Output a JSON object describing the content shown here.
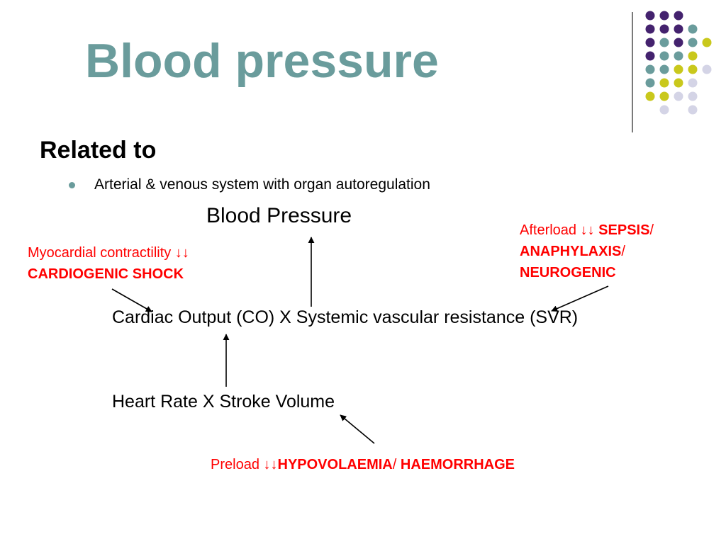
{
  "slide": {
    "title": "Blood pressure",
    "subheading": "Related to",
    "bullet_text": "Arterial & venous system with organ autoregulation"
  },
  "diagram": {
    "top_node": "Blood Pressure",
    "middle_node": "Cardiac Output (CO) X Systemic vascular resistance (SVR)",
    "bottom_node": "Heart Rate X Stroke Volume",
    "myocardial": {
      "label": "Myocardial contractility ",
      "arrows": "↓↓",
      "condition": "CARDIOGENIC SHOCK"
    },
    "afterload": {
      "label": "Afterload ",
      "arrows": "↓↓",
      "condition_1": "SEPSIS",
      "sep_1": "/",
      "condition_2": "ANAPHYLAXIS",
      "sep_2": "/",
      "condition_3": "NEUROGENIC"
    },
    "preload": {
      "label": "Preload ",
      "arrows": "↓↓",
      "condition_1": "HYPOVOLAEMIA",
      "sep": "/ ",
      "condition_2": "HAEMORRHAGE"
    }
  },
  "decoration": {
    "dot_colors": [
      "#44226e",
      "#6a9c9c",
      "#c9c81c",
      "#d4d4e6"
    ],
    "annotation_color": "#ff0000",
    "title_color": "#6a9c9c"
  }
}
